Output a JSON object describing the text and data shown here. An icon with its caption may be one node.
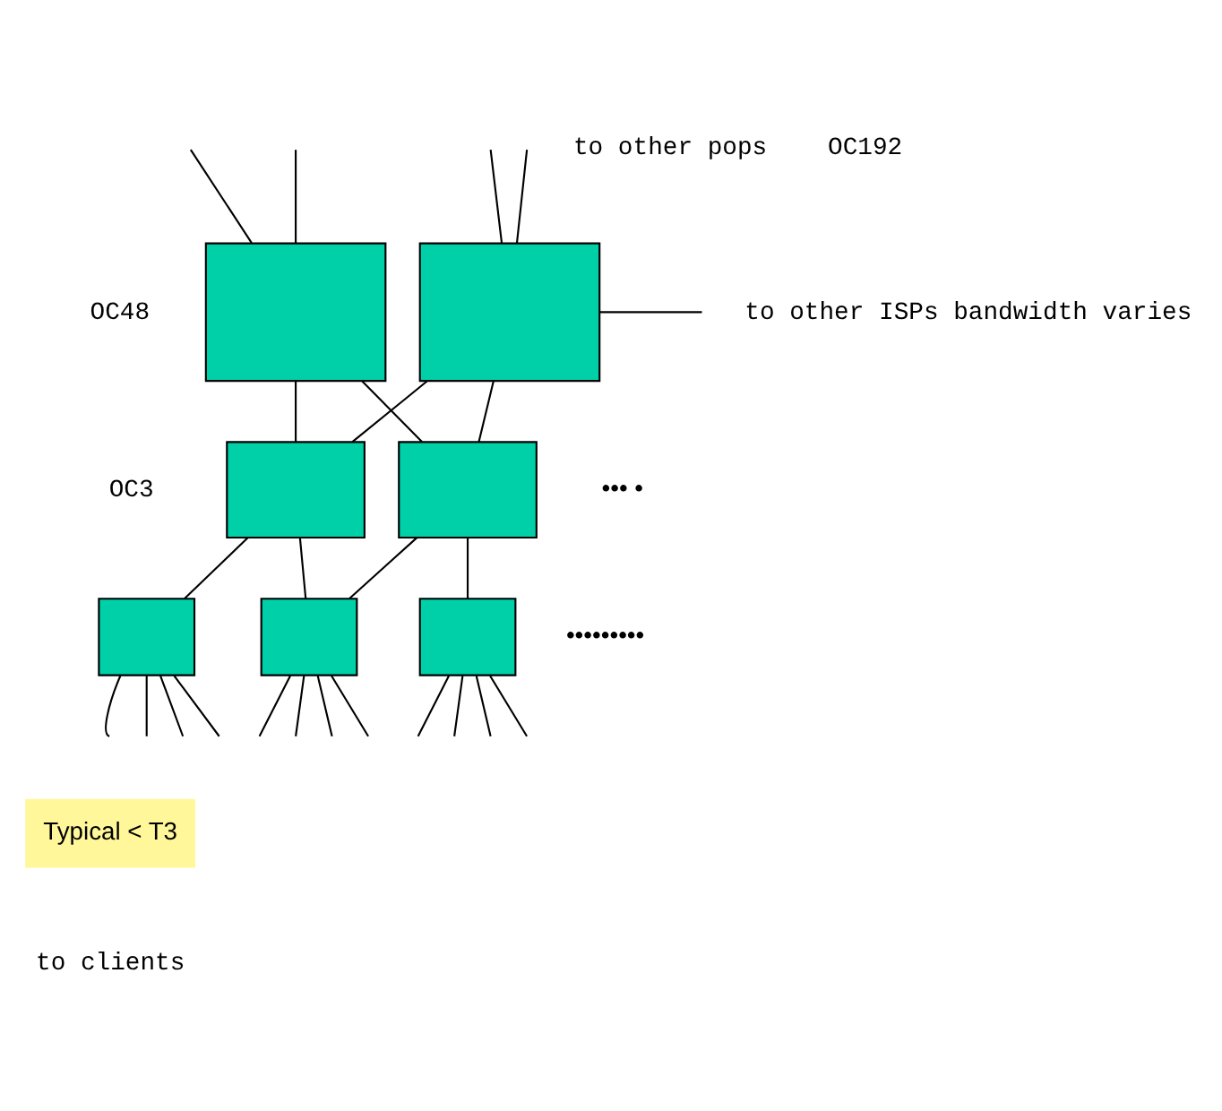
{
  "diagram": {
    "nodes": [
      {
        "text": [],
        "shape": "box"
      },
      {
        "text": [],
        "shape": "box"
      },
      {
        "text": [],
        "shape": "box"
      },
      {
        "text": [],
        "shape": "box"
      },
      {
        "text": [],
        "shape": "box"
      },
      {
        "text": [],
        "shape": "box"
      },
      {
        "text": [],
        "shape": "box"
      }
    ],
    "edges": [
      {
        "from": null,
        "to": 0,
        "arrow": "none"
      },
      {
        "from": null,
        "to": 0,
        "arrow": "none"
      },
      {
        "from": null,
        "to": 1,
        "arrow": "none"
      },
      {
        "from": null,
        "to": 1,
        "arrow": "none"
      },
      {
        "from": 1,
        "to": null,
        "arrow": "none"
      },
      {
        "from": 0,
        "to": 2,
        "arrow": "none"
      },
      {
        "from": 0,
        "to": 3,
        "arrow": "none"
      },
      {
        "from": 1,
        "to": 2,
        "arrow": "none"
      },
      {
        "from": 1,
        "to": 3,
        "arrow": "none"
      },
      {
        "from": 2,
        "to": 4,
        "arrow": "none"
      },
      {
        "from": 2,
        "to": 5,
        "arrow": "none"
      },
      {
        "from": 3,
        "to": 5,
        "arrow": "none"
      },
      {
        "from": 3,
        "to": 6,
        "arrow": "none"
      },
      {
        "from": 4,
        "to": null,
        "arrow": "none"
      },
      {
        "from": 4,
        "to": null,
        "arrow": "none"
      },
      {
        "from": 4,
        "to": null,
        "arrow": "none"
      },
      {
        "from": 4,
        "to": null,
        "arrow": "none"
      },
      {
        "from": 5,
        "to": null,
        "arrow": "none"
      },
      {
        "from": 5,
        "to": null,
        "arrow": "none"
      },
      {
        "from": 5,
        "to": null,
        "arrow": "none"
      },
      {
        "from": 5,
        "to": null,
        "arrow": "none"
      },
      {
        "from": 6,
        "to": null,
        "arrow": "none"
      },
      {
        "from": 6,
        "to": null,
        "arrow": "none"
      },
      {
        "from": 6,
        "to": null,
        "arrow": "none"
      },
      {
        "from": 6,
        "to": null,
        "arrow": "none"
      }
    ],
    "labels": [
      "to other pops",
      "OC192",
      "to other ISPs bandwidth varies",
      "OC48",
      "OC3",
      "••• •",
      "•••••••••",
      "Typical < T3",
      "to clients"
    ]
  }
}
